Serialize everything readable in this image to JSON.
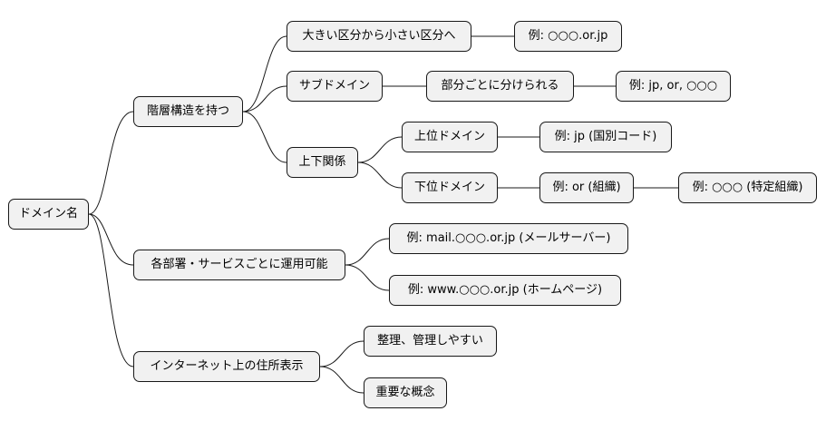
{
  "mindmap": {
    "root": {
      "label": "ドメイン名"
    },
    "branches": {
      "hierarchy": {
        "label": "階層構造を持つ",
        "large_to_small": {
          "label": "大きい区分から小さい区分へ",
          "example": "例: ○○○.or.jp"
        },
        "subdomain": {
          "label": "サブドメイン",
          "split": "部分ごとに分けられる",
          "example": "例: jp, or, ○○○"
        },
        "relation": {
          "label": "上下関係",
          "upper": {
            "label": "上位ドメイン",
            "example": "例: jp (国別コード)"
          },
          "lower": {
            "label": "下位ドメイン",
            "example": "例: or (組織)",
            "example2": "例: ○○○ (特定組織)"
          }
        }
      },
      "per_dept": {
        "label": "各部署・サービスごとに運用可能",
        "mail_example": "例: mail.○○○.or.jp (メールサーバー)",
        "www_example": "例: www.○○○.or.jp (ホームページ)"
      },
      "address": {
        "label": "インターネット上の住所表示",
        "manage": "整理、管理しやすい",
        "concept": "重要な概念"
      }
    }
  }
}
